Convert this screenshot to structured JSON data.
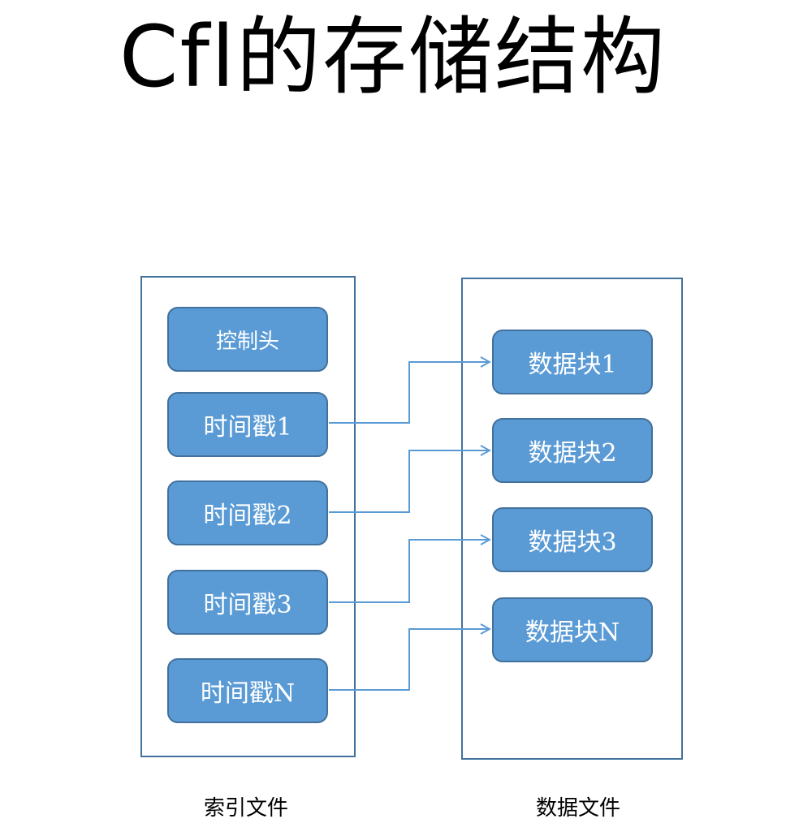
{
  "title": "Cfl的存储结构",
  "index_file": {
    "caption": "索引文件",
    "header_block": "控制头",
    "timestamps": [
      "时间戳1",
      "时间戳2",
      "时间戳3",
      "时间戳N"
    ]
  },
  "data_file": {
    "caption": "数据文件",
    "blocks": [
      "数据块1",
      "数据块2",
      "数据块3",
      "数据块N"
    ]
  },
  "colors": {
    "block_fill": "#5b9bd5",
    "block_border": "#41719c",
    "connector": "#5b9bd5"
  }
}
